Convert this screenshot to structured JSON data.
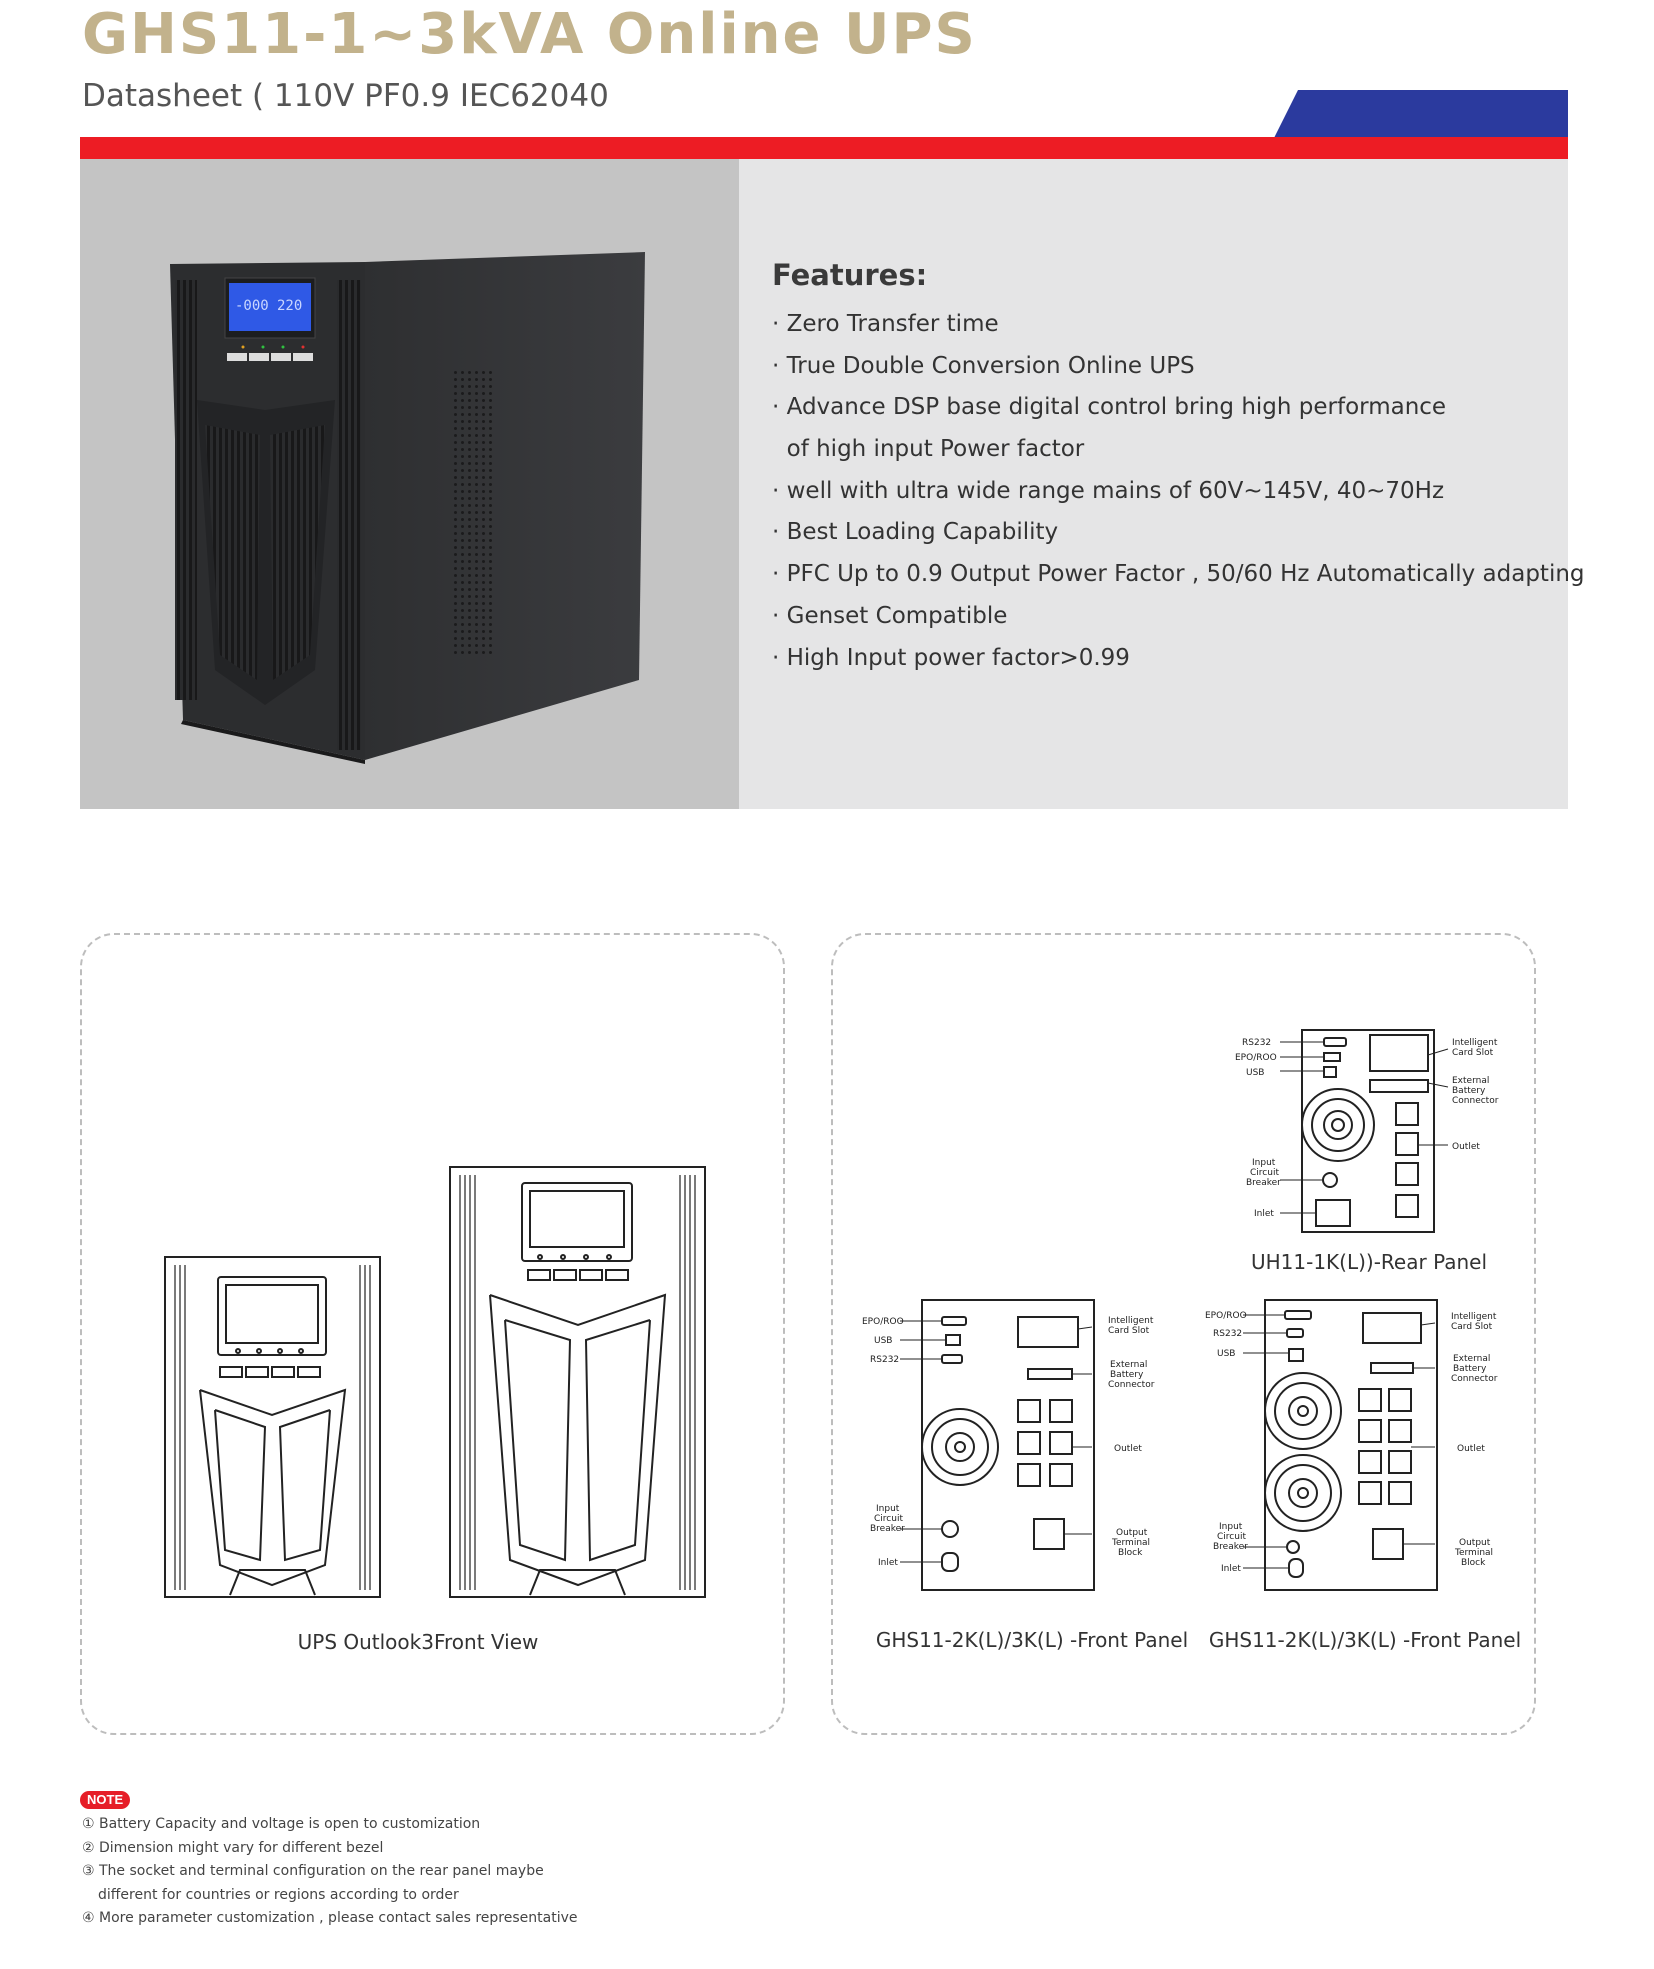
{
  "header": {
    "title": "GHS11-1~3kVA Online UPS",
    "subtitle": "Datasheet ( 110V PF0.9 IEC62040"
  },
  "colors": {
    "title_gold": "#c2b28c",
    "accent_red": "#ed1c24",
    "accent_blue": "#2b3a9e",
    "hero_left_bg": "#c4c4c4",
    "hero_right_bg": "#e5e5e6"
  },
  "hero": {
    "lcd_left": "-000",
    "lcd_right": "220"
  },
  "features": {
    "title": "Features:",
    "items": [
      "· Zero Transfer time",
      "· True Double Conversion Online UPS",
      "· Advance DSP base digital control bring high performance",
      "  of high input Power factor",
      "· well with ultra wide range mains of 60V~145V, 40~70Hz",
      "· Best Loading Capability",
      "· PFC Up to 0.9 Output Power Factor , 50/60 Hz Automatically adapting",
      "· Genset Compatible",
      "· High Input power factor>0.99"
    ]
  },
  "views": {
    "front_caption": "UPS Outlook3Front View",
    "rear1_caption": "UH11-1K(L))-Rear Panel",
    "rear2_caption": "GHS11-2K(L)/3K(L) -Front Panel",
    "rear3_caption": "GHS11-2K(L)/3K(L) -Front Panel",
    "labels": {
      "rs232": "RS232",
      "epo": "EPO/ROO",
      "usb": "USB",
      "card_l1": "Intelligent",
      "card_l2": "Card Slot",
      "batt_l1": "External",
      "batt_l2": "Battery",
      "batt_l3": "Connector",
      "outlet": "Outlet",
      "brk_l1": "Input",
      "brk_l2": "Circuit",
      "brk_l3": "Breaker",
      "inlet": "Inlet",
      "term_l1": "Output",
      "term_l2": "Terminal",
      "term_l3": "Block"
    }
  },
  "notes": {
    "badge": "NOTE",
    "items": [
      "① Battery Capacity and voltage is open to customization",
      "② Dimension might vary for different bezel",
      "③ The socket and terminal configuration on the rear panel maybe",
      "different for countries or regions according to order",
      "④ More parameter customization , please contact sales representative"
    ]
  }
}
